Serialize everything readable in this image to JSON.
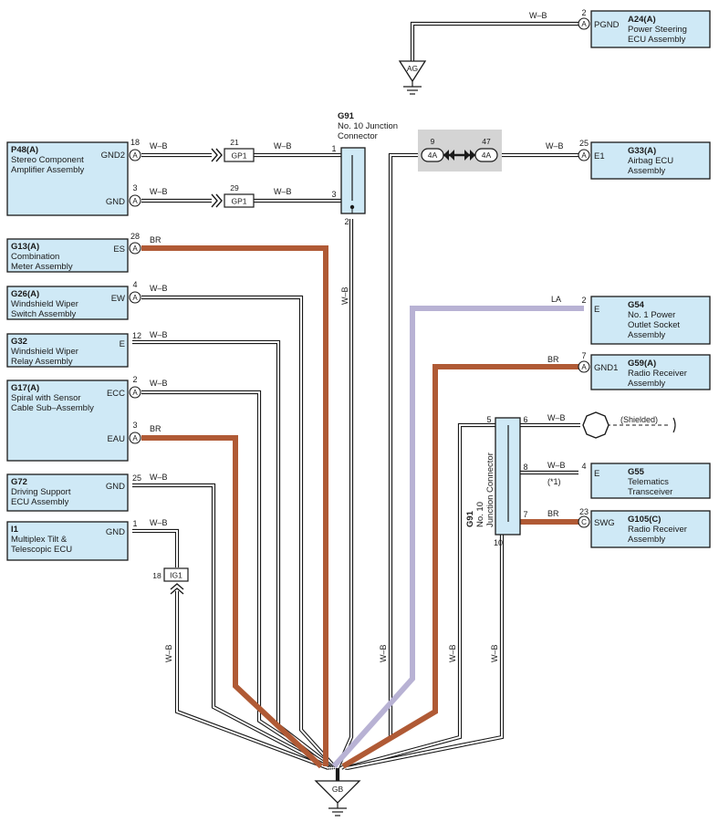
{
  "components": [
    {
      "id": "A24(A)",
      "line1": "Power Steering",
      "line2": "ECU Assembly",
      "pin_no": "2",
      "pin_name": "PGND",
      "wire": "W–B"
    },
    {
      "id": "P48(A)",
      "line1": "Stereo Component",
      "line2": "Amplifier Assembly",
      "pins": [
        {
          "no": "18",
          "name": "GND2",
          "wire": "W–B"
        },
        {
          "no": "3",
          "name": "GND",
          "wire": "W–B"
        }
      ]
    },
    {
      "id": "G13(A)",
      "line1": "Combination",
      "line2": "Meter Assembly",
      "pin_no": "28",
      "pin_name": "ES",
      "wire": "BR"
    },
    {
      "id": "G26(A)",
      "line1": "Windshield Wiper",
      "line2": "Switch Assembly",
      "pin_no": "4",
      "pin_name": "EW",
      "wire": "W–B"
    },
    {
      "id": "G32",
      "line1": "Windshield Wiper",
      "line2": "Relay Assembly",
      "pin_no": "12",
      "pin_name": "E",
      "wire": "W–B"
    },
    {
      "id": "G17(A)",
      "line1": "Spiral with Sensor",
      "line2": "Cable Sub–Assembly",
      "pins": [
        {
          "no": "2",
          "name": "ECC",
          "wire": "W–B"
        },
        {
          "no": "3",
          "name": "EAU",
          "wire": "BR"
        }
      ]
    },
    {
      "id": "G72",
      "line1": "Driving Support",
      "line2": "ECU Assembly",
      "pin_no": "25",
      "pin_name": "GND",
      "wire": "W–B"
    },
    {
      "id": "I1",
      "line1": "Multiplex Tilt &",
      "line2": "Telescopic ECU",
      "pin_no": "1",
      "pin_name": "GND",
      "wire": "W–B"
    },
    {
      "id": "G33(A)",
      "line1": "Airbag ECU",
      "line2": "Assembly",
      "pin_no": "25",
      "pin_name": "E1",
      "wire": "W–B"
    },
    {
      "id": "G54",
      "line1": "No. 1 Power",
      "line2": "Outlet Socket",
      "line3": "Assembly",
      "pin_no": "2",
      "pin_name": "E",
      "wire": "LA"
    },
    {
      "id": "G59(A)",
      "line1": "Radio Receiver",
      "line2": "Assembly",
      "pin_no": "7",
      "pin_name": "GND1",
      "wire": "BR"
    },
    {
      "id": "G55",
      "line1": "Telematics",
      "line2": "Transceiver",
      "pin_no": "4",
      "pin_name": "E",
      "wire": "W–B",
      "note": "(*1)"
    },
    {
      "id": "G105(C)",
      "line1": "Radio Receiver",
      "line2": "Assembly",
      "pin_no": "23",
      "pin_name": "SWG",
      "wire": "BR"
    }
  ],
  "junctions": {
    "top": {
      "id": "G91",
      "line1": "No. 10 Junction",
      "line2": "Connector",
      "pins": [
        "1",
        "3",
        "2"
      ],
      "out_wire": "W–B"
    },
    "right": {
      "id": "G91",
      "line1": "No. 10",
      "line2": "Junction Connector",
      "pins": [
        "5",
        "6",
        "8",
        "7",
        "10"
      ]
    }
  },
  "splices": [
    {
      "label": "GP1",
      "pin": "21",
      "wire": "W–B"
    },
    {
      "label": "GP1",
      "pin": "29",
      "wire": "W–B"
    },
    {
      "label": "IG1",
      "pin": "18"
    },
    {
      "label": "4A",
      "pin": "9"
    },
    {
      "label": "4A",
      "pin": "47"
    }
  ],
  "connector_letter": "A",
  "connector_letter_c": "C",
  "grounds": [
    {
      "label": "AG"
    },
    {
      "label": "GB"
    }
  ],
  "shielded": "(Shielded)",
  "vertical_wires": [
    "W–B",
    "W–B",
    "W–B",
    "W–B"
  ],
  "colors": {
    "box": "#cfe9f6",
    "br_wire": "#b05a35",
    "la_wire": "#b8b2d4",
    "splice_bg": "#d4d4d4"
  }
}
